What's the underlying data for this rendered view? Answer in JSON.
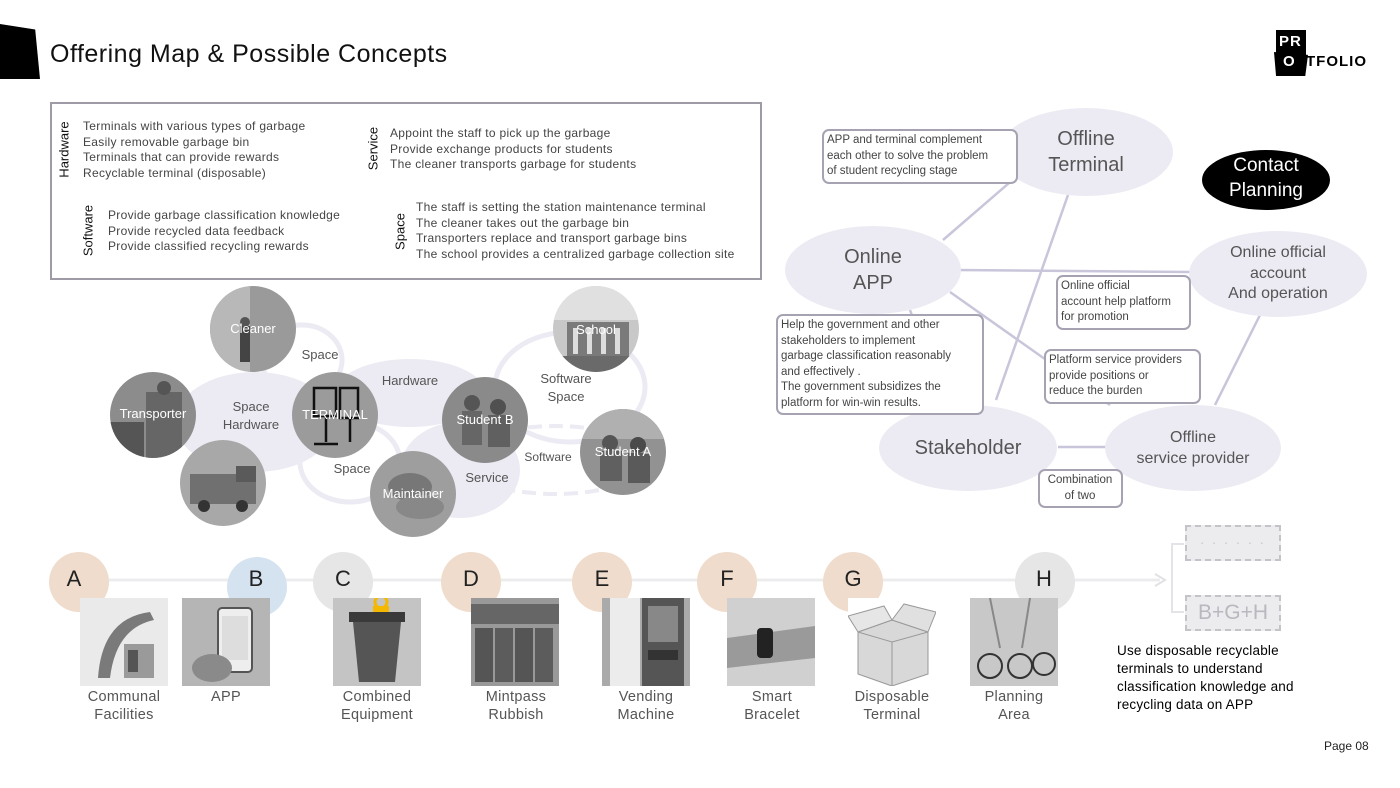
{
  "header": {
    "title": "Offering Map & Possible Concepts",
    "logo": {
      "pr": "PR",
      "o": "O",
      "tfolio": "TFOLIO"
    }
  },
  "offering": {
    "hardware": {
      "label": "Hardware",
      "items": [
        "Terminals with various types of garbage",
        "Easily removable garbage bin",
        "Terminals that can provide rewards",
        "Recyclable terminal (disposable)"
      ]
    },
    "service": {
      "label": "Service",
      "items": [
        "Appoint the staff to pick up the garbage",
        "Provide exchange products for students",
        "The cleaner transports garbage for students"
      ]
    },
    "software": {
      "label": "Software",
      "items": [
        "Provide garbage classification knowledge",
        "Provide recycled data feedback",
        "Provide classified recycling rewards"
      ]
    },
    "space": {
      "label": "Space",
      "items": [
        "The staff is setting the station maintenance terminal",
        "The cleaner takes out the garbage bin",
        "Transporters replace and transport garbage bins",
        "The school provides a centralized garbage collection site"
      ]
    }
  },
  "cluster": {
    "photos": {
      "cleaner": "Cleaner",
      "transporter": "Transporter",
      "terminal": "TERMINAL",
      "student_b": "Student B",
      "school": "School",
      "student_a": "Student A",
      "maintainer": "Maintainer"
    },
    "labels": {
      "space_top": "Space",
      "hardware": "Hardware",
      "space_hardware_1": "Space",
      "space_hardware_2": "Hardware",
      "software_space_1": "Software",
      "software_space_2": "Space",
      "space_bottom": "Space",
      "service": "Service",
      "software": "Software"
    }
  },
  "network": {
    "nodes": {
      "offline_terminal_1": "Offline",
      "offline_terminal_2": "Terminal",
      "online_app_1": "Online",
      "online_app_2": "APP",
      "online_official_1": "Online official",
      "online_official_2": "account",
      "online_official_3": "And operation",
      "stakeholder": "Stakeholder",
      "offline_provider_1": "Offline",
      "offline_provider_2": "service provider"
    },
    "contact": {
      "line1": "Contact",
      "line2": "Planning"
    },
    "notes": {
      "app_terminal": [
        "APP and terminal complement",
        "each other to solve the problem",
        "of student recycling stage"
      ],
      "online_official": [
        "Online official",
        "account help platform",
        "for promotion"
      ],
      "government": [
        "Help the government and other",
        "stakeholders to implement",
        "garbage classification reasonably",
        "and effectively .",
        "The government subsidizes the",
        "platform for win-win results."
      ],
      "platform": [
        "Platform service providers",
        "provide positions or",
        "reduce the burden"
      ],
      "combination": [
        "Combination",
        "of two"
      ]
    }
  },
  "concepts": [
    {
      "letter": "A",
      "caption1": "Communal",
      "caption2": "Facilities",
      "color": "#efdccc"
    },
    {
      "letter": "B",
      "caption1": "APP",
      "caption2": "",
      "color": "#d5e2f0"
    },
    {
      "letter": "C",
      "caption1": "Combined",
      "caption2": "Equipment",
      "color": "#e6e6e6"
    },
    {
      "letter": "D",
      "caption1": "Mintpass",
      "caption2": "Rubbish",
      "color": "#efdccc"
    },
    {
      "letter": "E",
      "caption1": "Vending",
      "caption2": "Machine",
      "color": "#efdccc"
    },
    {
      "letter": "F",
      "caption1": "Smart",
      "caption2": "Bracelet",
      "color": "#efdccc"
    },
    {
      "letter": "G",
      "caption1": "Disposable",
      "caption2": "Terminal",
      "color": "#efdccc"
    },
    {
      "letter": "H",
      "caption1": "Planning",
      "caption2": "Area",
      "color": "#e6e6e6"
    }
  ],
  "result": {
    "placeholder": "· · · · · ·",
    "combo": "B+G+H",
    "description": [
      "Use disposable recyclable",
      "terminals to understand",
      "classification knowledge and",
      "recycling data on APP"
    ]
  },
  "footer": {
    "page": "Page 08"
  }
}
